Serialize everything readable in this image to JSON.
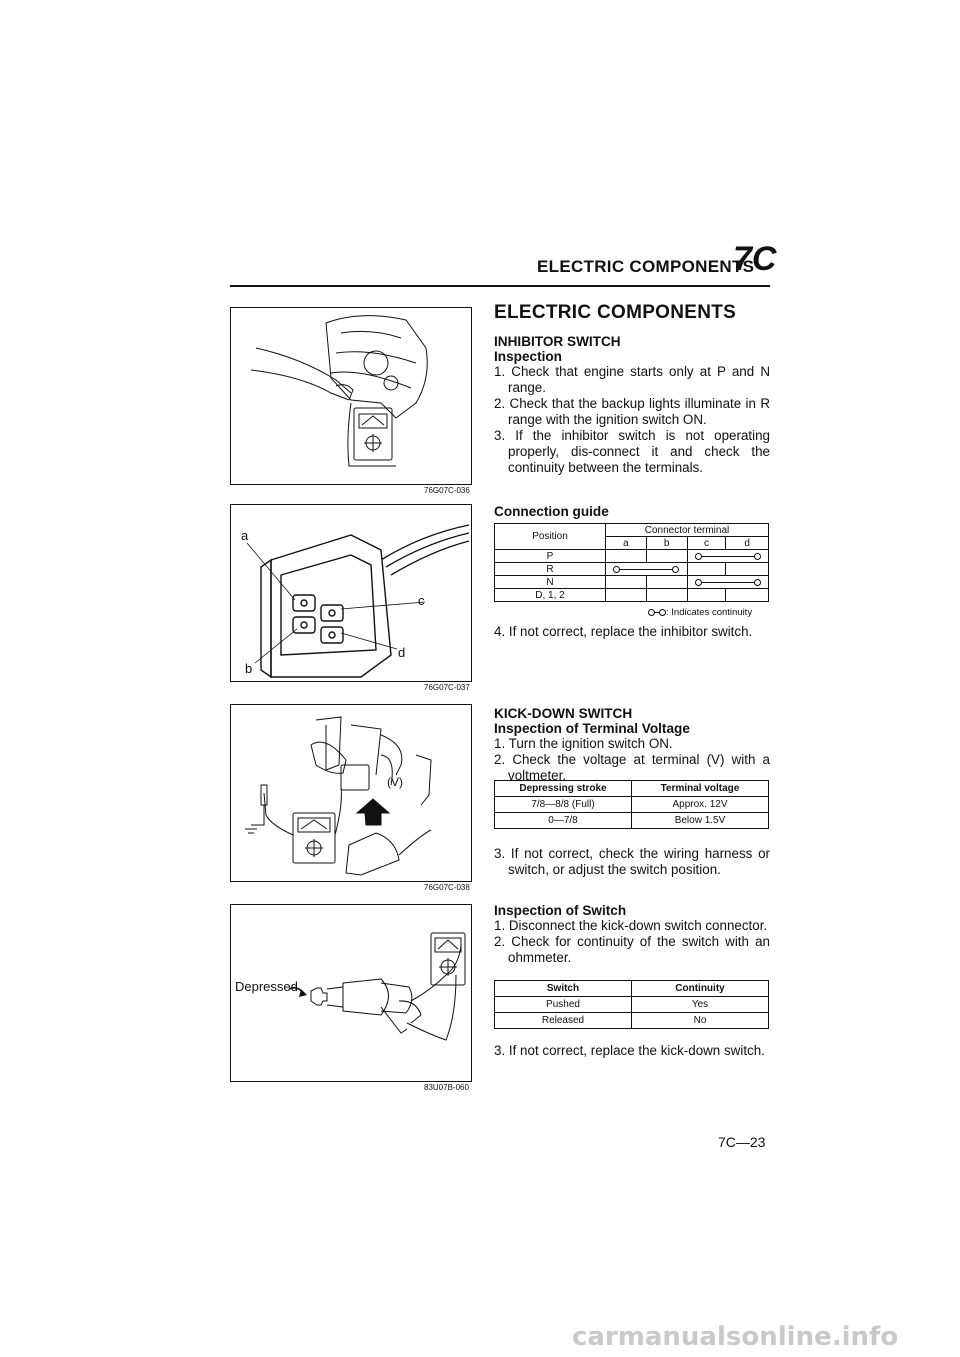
{
  "header": {
    "title": "ELECTRIC COMPONENTS",
    "code": "7C"
  },
  "figures": {
    "fig1": {
      "code": "76G07C-036"
    },
    "fig2": {
      "code": "76G07C-037",
      "labels": {
        "a": "a",
        "b": "b",
        "c": "c",
        "d": "d"
      }
    },
    "fig3": {
      "code": "76G07C-038",
      "labels": {
        "v": "(V)"
      }
    },
    "fig4": {
      "code": "83U07B-060",
      "labels": {
        "depressed": "Depressed"
      }
    }
  },
  "section": {
    "title": "ELECTRIC COMPONENTS",
    "inhibitor": {
      "title": "INHIBITOR SWITCH",
      "subtitle": "Inspection",
      "steps": [
        "1. Check that engine starts only at P and N range.",
        "2. Check that the backup lights illuminate in R range with the ignition switch ON.",
        "3. If the inhibitor switch is not operating properly, dis-connect it and check the continuity between the terminals."
      ],
      "guide_title": "Connection guide",
      "table": {
        "position_header": "Position",
        "connector_header": "Connector terminal",
        "terminals": [
          "a",
          "b",
          "c",
          "d"
        ],
        "rows": [
          {
            "position": "P"
          },
          {
            "position": "R"
          },
          {
            "position": "N"
          },
          {
            "position": "D, 1, 2"
          }
        ]
      },
      "legend": ": Indicates continuity",
      "step4": "4. If not correct, replace the inhibitor switch."
    },
    "kickdown": {
      "title": "KICK-DOWN SWITCH",
      "subtitle": "Inspection of Terminal Voltage",
      "steps": [
        "1. Turn the ignition switch ON.",
        "2. Check the voltage at terminal (V) with a voltmeter."
      ],
      "table": {
        "headers": [
          "Depressing stroke",
          "Terminal voltage"
        ],
        "rows": [
          [
            "7/8—8/8 (Full)",
            "Approx. 12V"
          ],
          [
            "0—7/8",
            "Below 1.5V"
          ]
        ]
      },
      "step3": "3. If not correct, check the wiring harness or switch, or adjust the switch position."
    },
    "switch_inspection": {
      "subtitle": "Inspection of Switch",
      "steps": [
        "1. Disconnect the kick-down switch connector.",
        "2. Check for continuity of the switch with an ohmmeter."
      ],
      "table": {
        "headers": [
          "Switch",
          "Continuity"
        ],
        "rows": [
          [
            "Pushed",
            "Yes"
          ],
          [
            "Released",
            "No"
          ]
        ]
      },
      "step3": "3. If not correct, replace the kick-down switch."
    }
  },
  "page_number": "7C—23",
  "watermark": "carmanualsonline.info"
}
